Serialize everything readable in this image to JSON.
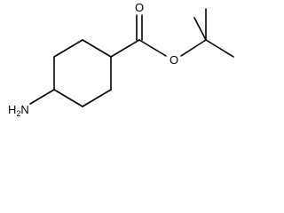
{
  "molecule": {
    "atoms": {
      "amine": {
        "symbol": "H",
        "subscript": "2",
        "suffix": "N"
      },
      "carbonyl_oxygen": {
        "symbol": "O"
      },
      "ester_oxygen": {
        "symbol": "O"
      }
    }
  },
  "colors": {
    "bond": "#000000",
    "label": "#000000",
    "background": "#ffffff"
  }
}
